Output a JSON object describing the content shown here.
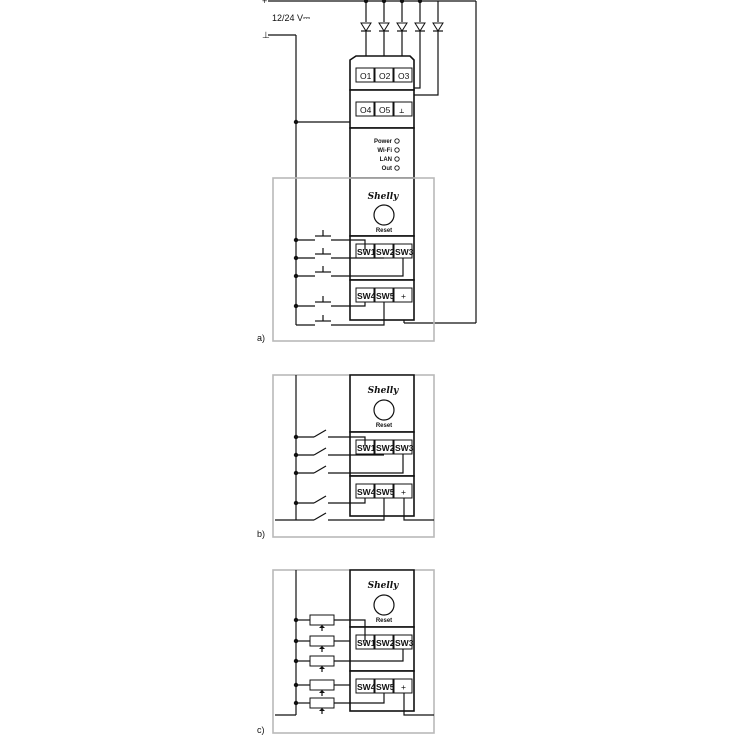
{
  "supply": {
    "voltage_label": "12/24 V⎓",
    "plus_symbol": "+",
    "minus_symbol": "⊥"
  },
  "outputs": {
    "top_row": [
      "O1",
      "O2",
      "O3"
    ],
    "bottom_row": [
      "O4",
      "O5",
      "⊥"
    ]
  },
  "indicators": [
    "Power",
    "Wi-Fi",
    "LAN",
    "Out"
  ],
  "brand": "Shelly",
  "reset_label": "Reset",
  "inputs": {
    "top_row": [
      "SW1",
      "SW2",
      "SW3"
    ],
    "bottom_row": [
      "SW4",
      "SW5",
      "+"
    ]
  },
  "panels": [
    {
      "label": "a)",
      "switch_type": "push-button"
    },
    {
      "label": "b)",
      "switch_type": "toggle-switch"
    },
    {
      "label": "c)",
      "switch_type": "potentiometer"
    }
  ]
}
